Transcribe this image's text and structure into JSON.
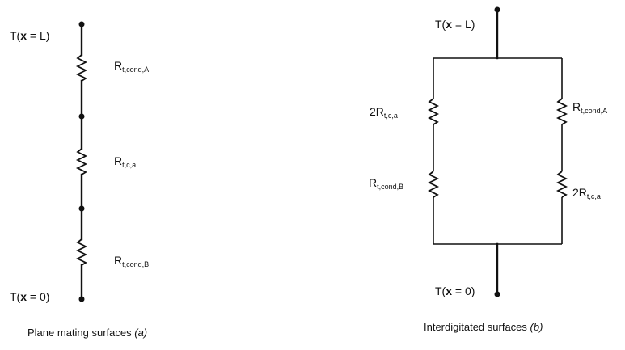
{
  "diagram_a": {
    "top_label": {
      "prefix": "T(",
      "var": "x",
      "suffix": " = L)"
    },
    "bottom_label": {
      "prefix": "T(",
      "var": "x",
      "suffix": " = 0)"
    },
    "resistors": [
      {
        "main": "R",
        "sub": "t,cond,A"
      },
      {
        "main": "R",
        "sub": "t,c,a"
      },
      {
        "main": "R",
        "sub": "t,cond,B"
      }
    ],
    "caption": {
      "text": "Plane mating surfaces ",
      "tag": "(a)"
    }
  },
  "diagram_b": {
    "top_label": {
      "prefix": "T(",
      "var": "x",
      "suffix": " = L)"
    },
    "bottom_label": {
      "prefix": "T(",
      "var": "x",
      "suffix": " = 0)"
    },
    "left_branch": [
      {
        "main": "2R",
        "sub": "t,c,a"
      },
      {
        "main": "R",
        "sub": "t,cond,B"
      }
    ],
    "right_branch": [
      {
        "main": "R",
        "sub": "t,cond,A"
      },
      {
        "main": "2R",
        "sub": "t,c,a"
      }
    ],
    "caption": {
      "text": "Interdigitated surfaces ",
      "tag": "(b)"
    }
  }
}
